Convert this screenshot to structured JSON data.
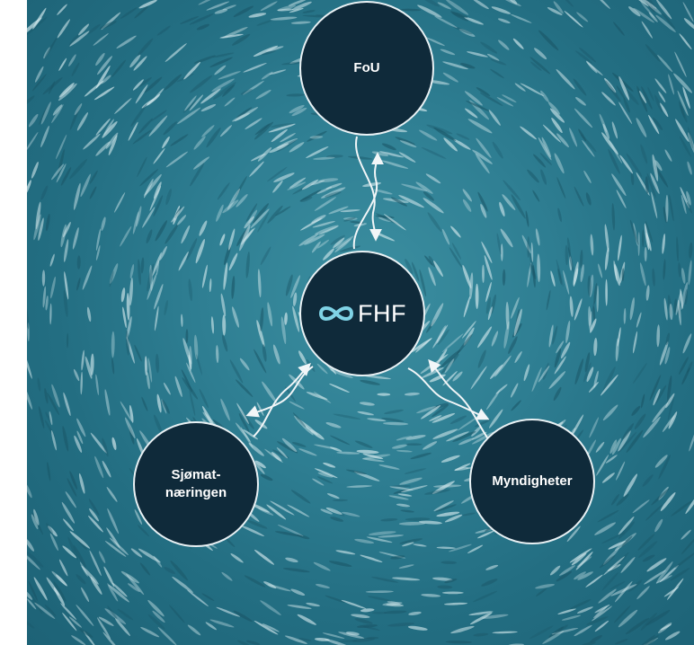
{
  "diagram": {
    "nodes": {
      "fou": "FoU",
      "center": "FHF",
      "seafood": "Sjømat-\nnæringen",
      "authorities": "Myndigheter"
    },
    "colors": {
      "node_fill": "#0f2a3a",
      "node_border": "#e9f1f4",
      "arrow": "#f2f6f8",
      "logo_accent": "#7fd3e6",
      "water": "#2f7f93"
    },
    "icons": [
      "fhf-wave-logo-icon"
    ]
  }
}
